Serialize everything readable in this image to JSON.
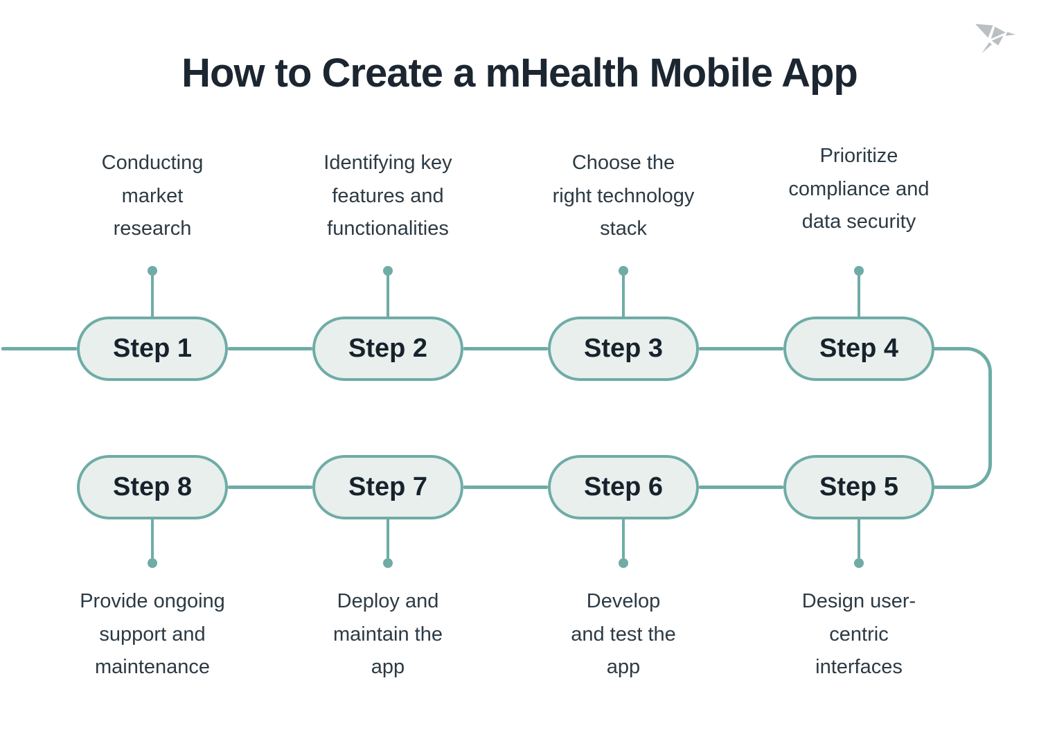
{
  "title": "How to Create a mHealth Mobile App",
  "logo": {
    "icon": "origami-bird-logo"
  },
  "colors": {
    "accent_teal": "#6FACA6",
    "pill_fill": "#E8EFEC",
    "title_text": "#1B2631",
    "body_text": "#2C3A44",
    "logo_gray": "#B9BFC3",
    "background": "#FFFFFF"
  },
  "steps": [
    {
      "label": "Step 1",
      "description": "Conducting\nmarket\nresearch"
    },
    {
      "label": "Step 2",
      "description": "Identifying key\nfeatures and\nfunctionalities"
    },
    {
      "label": "Step 3",
      "description": "Choose the\nright technology\nstack"
    },
    {
      "label": "Step 4",
      "description": "Prioritize\ncompliance and\ndata security"
    },
    {
      "label": "Step 5",
      "description": "Design user-\ncentric\ninterfaces"
    },
    {
      "label": "Step 6",
      "description": "Develop\nand test the\napp"
    },
    {
      "label": "Step 7",
      "description": "Deploy and\nmaintain the\napp"
    },
    {
      "label": "Step 8",
      "description": "Provide ongoing\nsupport and\nmaintenance"
    }
  ]
}
